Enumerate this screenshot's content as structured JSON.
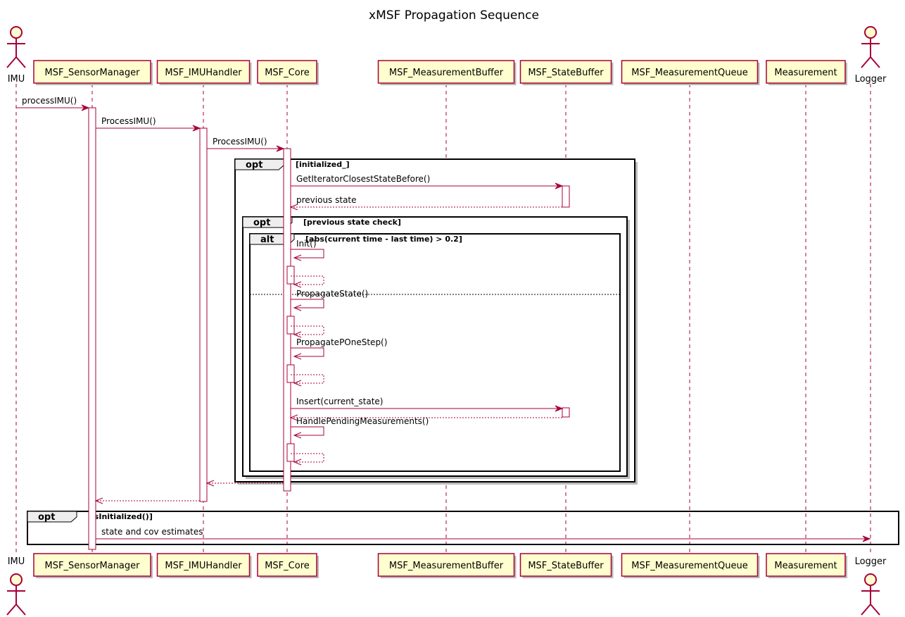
{
  "title": "xMSF Propagation Sequence",
  "participants": [
    {
      "name": "IMU",
      "kind": "actor"
    },
    {
      "name": "MSF_SensorManager",
      "kind": "participant"
    },
    {
      "name": "MSF_IMUHandler",
      "kind": "participant"
    },
    {
      "name": "MSF_Core",
      "kind": "participant"
    },
    {
      "name": "MSF_MeasurementBuffer",
      "kind": "participant"
    },
    {
      "name": "MSF_StateBuffer",
      "kind": "participant"
    },
    {
      "name": "MSF_MeasurementQueue",
      "kind": "participant"
    },
    {
      "name": "Measurement",
      "kind": "participant"
    },
    {
      "name": "Logger",
      "kind": "actor"
    }
  ],
  "messages": [
    {
      "from": 0,
      "to": 1,
      "label": "processIMU()",
      "type": "call"
    },
    {
      "from": 1,
      "to": 2,
      "label": "ProcessIMU()",
      "type": "call"
    },
    {
      "from": 2,
      "to": 3,
      "label": "ProcessIMU()",
      "type": "call"
    },
    {
      "from": 3,
      "to": 5,
      "label": "GetIteratorClosestStateBefore()",
      "type": "call"
    },
    {
      "from": 5,
      "to": 3,
      "label": "previous state",
      "type": "return"
    },
    {
      "from": 3,
      "to": 3,
      "label": "Init()",
      "type": "self"
    },
    {
      "from": 3,
      "to": 3,
      "label": "",
      "type": "self-return"
    },
    {
      "from": 3,
      "to": 3,
      "label": "PropagateState()",
      "type": "self"
    },
    {
      "from": 3,
      "to": 3,
      "label": "",
      "type": "self-return"
    },
    {
      "from": 3,
      "to": 3,
      "label": "PropagatePOneStep()",
      "type": "self"
    },
    {
      "from": 3,
      "to": 3,
      "label": "",
      "type": "self-return"
    },
    {
      "from": 3,
      "to": 5,
      "label": "Insert(current_state)",
      "type": "call"
    },
    {
      "from": 5,
      "to": 3,
      "label": "",
      "type": "return"
    },
    {
      "from": 3,
      "to": 3,
      "label": "HandlePendingMeasurements()",
      "type": "self"
    },
    {
      "from": 3,
      "to": 3,
      "label": "",
      "type": "self-return"
    },
    {
      "from": 3,
      "to": 2,
      "label": "",
      "type": "return"
    },
    {
      "from": 2,
      "to": 1,
      "label": "",
      "type": "return"
    },
    {
      "from": 1,
      "to": 8,
      "label": "state and cov estimates",
      "type": "call"
    }
  ],
  "fragments": [
    {
      "operator": "opt",
      "guard": "[initialized_]"
    },
    {
      "operator": "opt",
      "guard": "[previous state check]"
    },
    {
      "operator": "alt",
      "guard": "[abs(current time - last time) > 0.2]"
    },
    {
      "operator": "opt",
      "guard": "[isInitialized()]"
    }
  ],
  "colors": {
    "participant_fill": "#FEFECE",
    "line": "#A80036",
    "fragment_tab": "#EEEEEE"
  }
}
